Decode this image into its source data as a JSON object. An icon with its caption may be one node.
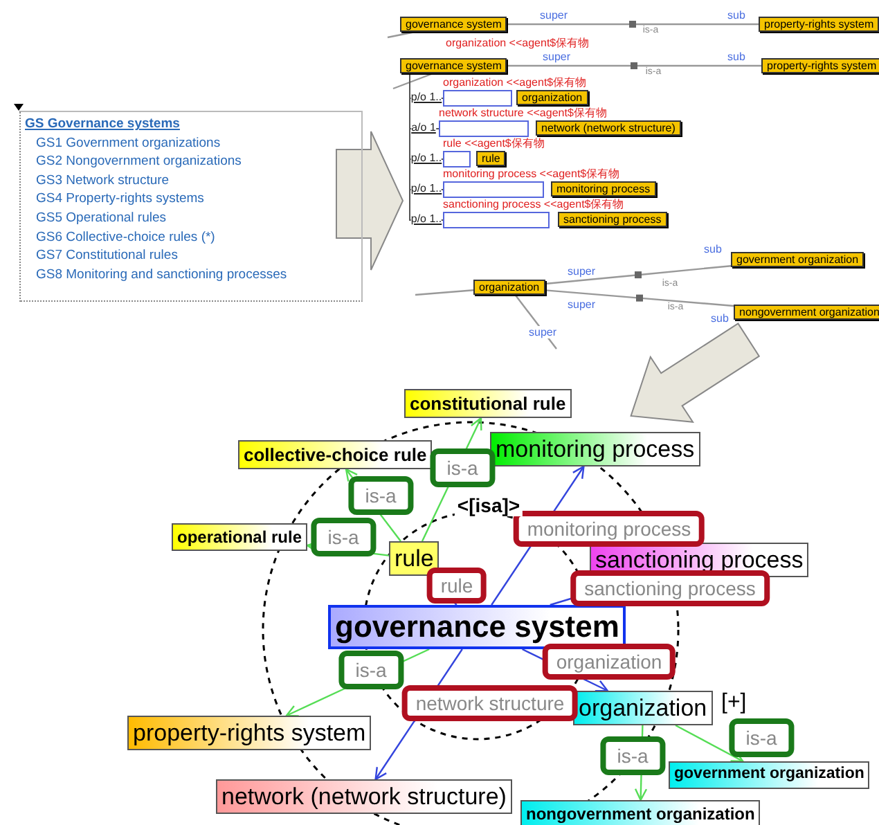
{
  "diagram": {
    "nodes": [
      {
        "text": [
          "governance system"
        ]
      },
      {
        "text": [
          "property-rights system"
        ]
      },
      {
        "text": [
          "governance system"
        ]
      },
      {
        "text": [
          "property-rights system"
        ]
      },
      {
        "text": [],
        "shape": "box",
        "beside": [
          "organization <<agent$保有物"
        ]
      },
      {
        "text": [
          "organization"
        ]
      },
      {
        "text": [],
        "shape": "box",
        "beside": [
          "network structure <<agent$保有物"
        ]
      },
      {
        "text": [
          "network (network structure)"
        ]
      },
      {
        "text": [],
        "shape": "box",
        "beside": [
          "rule <<agent$保有物"
        ]
      },
      {
        "text": [
          "rule"
        ]
      },
      {
        "text": [],
        "shape": "box",
        "beside": [
          "monitoring process <<agent$保有物"
        ]
      },
      {
        "text": [
          "monitoring process"
        ]
      },
      {
        "text": [],
        "shape": "box",
        "beside": [
          "sanctioning process <<agent$保有物"
        ]
      },
      {
        "text": [
          "sanctioning process"
        ]
      },
      {
        "text": [
          "organization"
        ]
      },
      {
        "text": [
          "government organization"
        ]
      },
      {
        "text": [
          "nongovernment organization"
        ]
      },
      {
        "text": [
          "GS Governance systems",
          "GS1 Government organizations",
          "GS2 Nongovernment organizations",
          "GS3 Network structure",
          "GS4 Property-rights systems",
          "GS5 Operational rules",
          "GS6 Collective-choice rules (*)",
          "GS7 Constitutional rules",
          "GS8 Monitoring and sanctioning processes"
        ]
      },
      {
        "text": [
          "constitutional rule"
        ]
      },
      {
        "text": [
          "collective-choice rule"
        ]
      },
      {
        "text": [
          "monitoring process"
        ]
      },
      {
        "text": [
          "operational rule"
        ]
      },
      {
        "text": [
          "rule"
        ]
      },
      {
        "text": [
          "sanctioning process"
        ]
      },
      {
        "text": [
          "governance system"
        ]
      },
      {
        "text": [
          "organization"
        ],
        "beside": [
          "[+]"
        ]
      },
      {
        "text": [
          "property-rights system"
        ]
      },
      {
        "text": [
          "network (network structure)"
        ]
      },
      {
        "text": [
          "government organization"
        ]
      },
      {
        "text": [
          "nongovernment organization"
        ]
      }
    ],
    "edges": [
      {
        "from": null,
        "to": 0,
        "arrow": "none"
      },
      {
        "from": 0,
        "to": 1,
        "arrow": "none",
        "label": "is-a"
      },
      {
        "from": null,
        "to": 2,
        "arrow": "none"
      },
      {
        "from": 2,
        "to": 3,
        "arrow": "none",
        "label": "is-a"
      },
      {
        "from": 2,
        "to": 4,
        "arrow": "none",
        "label": "p/o 1..",
        "color": "#555555"
      },
      {
        "from": 2,
        "to": 6,
        "arrow": "none",
        "label": "a/o 1",
        "color": "#555555"
      },
      {
        "from": 2,
        "to": 8,
        "arrow": "none",
        "label": "p/o 1..",
        "color": "#555555"
      },
      {
        "from": 2,
        "to": 10,
        "arrow": "none",
        "label": "p/o 1..",
        "color": "#555555"
      },
      {
        "from": 2,
        "to": 12,
        "arrow": "none",
        "label": "p/o 1..",
        "color": "#555555"
      },
      {
        "from": null,
        "to": 14,
        "arrow": "none"
      },
      {
        "from": 14,
        "to": 15,
        "arrow": "none",
        "label": "is-a"
      },
      {
        "from": 14,
        "to": 16,
        "arrow": "none",
        "label": "is-a"
      },
      {
        "from": 14,
        "to": null,
        "arrow": "none",
        "label": "super"
      },
      {
        "from": 22,
        "to": 21,
        "arrow": "to",
        "label": "is-a",
        "color": "#55dd55"
      },
      {
        "from": 22,
        "to": 19,
        "arrow": "to",
        "label": "is-a",
        "color": "#55dd55"
      },
      {
        "from": 22,
        "to": 18,
        "arrow": "to",
        "label": "is-a",
        "color": "#55dd55"
      },
      {
        "from": 24,
        "to": 22,
        "arrow": "to",
        "label": "rule",
        "color": "#3344dd"
      },
      {
        "from": 24,
        "to": 20,
        "arrow": "to",
        "label": "monitoring process",
        "color": "#3344dd"
      },
      {
        "from": 24,
        "to": 23,
        "arrow": "to",
        "label": "sanctioning process",
        "color": "#3344dd"
      },
      {
        "from": 24,
        "to": 26,
        "arrow": "to",
        "label": "is-a",
        "color": "#55dd55"
      },
      {
        "from": 24,
        "to": 25,
        "arrow": "to",
        "label": "organization",
        "color": "#3344dd"
      },
      {
        "from": 24,
        "to": 27,
        "arrow": "to",
        "label": "network structure",
        "color": "#3344dd"
      },
      {
        "from": 25,
        "to": 28,
        "arrow": "to",
        "label": "is-a",
        "color": "#55dd55"
      },
      {
        "from": 25,
        "to": 29,
        "arrow": "to",
        "label": "is-a",
        "color": "#55dd55"
      },
      {
        "from": 17,
        "to": null,
        "arrow": "to",
        "color": "#888888"
      },
      {
        "from": null,
        "to": 20,
        "arrow": "to",
        "color": "#888888"
      }
    ],
    "labels": [
      "super",
      "sub",
      "organization <<agent$保有物",
      "super",
      "sub",
      "sub",
      "super",
      "super",
      "sub",
      "<[isa]>"
    ]
  }
}
